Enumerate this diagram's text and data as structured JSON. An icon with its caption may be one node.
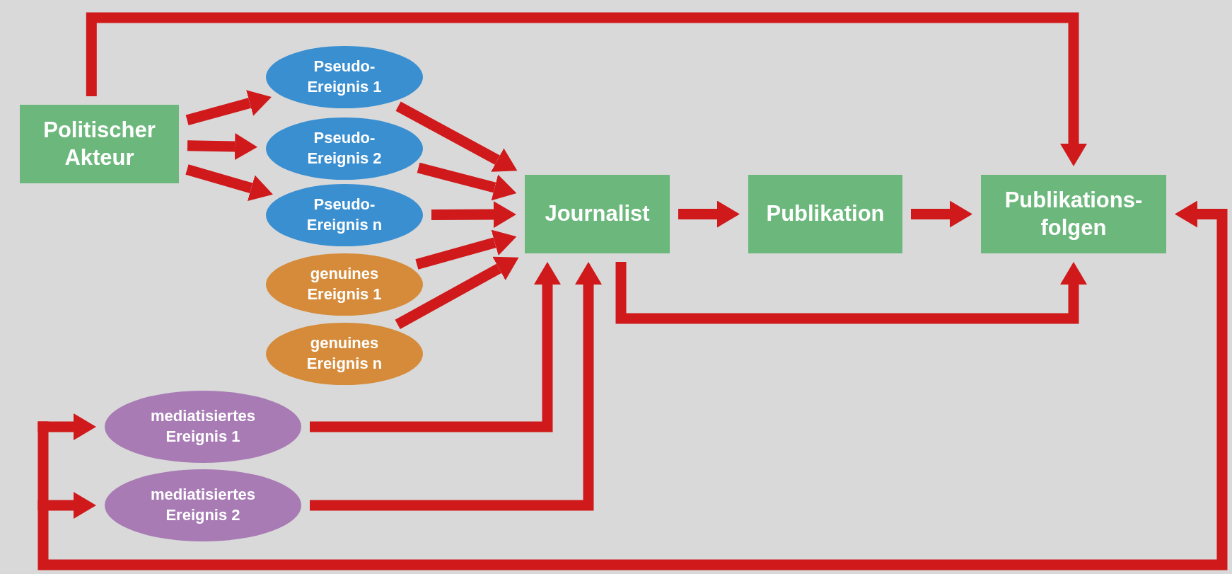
{
  "diagram": {
    "nodes": [
      {
        "text": [
          "Politischer Akteur"
        ]
      },
      {
        "text": [
          "Pseudo-Ereignis 1"
        ]
      },
      {
        "text": [
          "Pseudo-Ereignis 2"
        ]
      },
      {
        "text": [
          "Pseudo-Ereignis n"
        ]
      },
      {
        "text": [
          "genuines Ereignis 1"
        ]
      },
      {
        "text": [
          "genuines Ereignis n"
        ]
      },
      {
        "text": [
          "mediatisiertes Ereignis 1"
        ]
      },
      {
        "text": [
          "mediatisiertes Ereignis 2"
        ]
      },
      {
        "text": [
          "Journalist"
        ]
      },
      {
        "text": [
          "Publikation"
        ]
      },
      {
        "text": [
          "Publikations-folgen"
        ]
      }
    ],
    "edges": [
      {
        "from": 0,
        "to": 1,
        "arrow": "to"
      },
      {
        "from": 0,
        "to": 2,
        "arrow": "to"
      },
      {
        "from": 0,
        "to": 3,
        "arrow": "to"
      },
      {
        "from": 0,
        "to": 10,
        "arrow": "to"
      },
      {
        "from": 1,
        "to": 8,
        "arrow": "to"
      },
      {
        "from": 2,
        "to": 8,
        "arrow": "to"
      },
      {
        "from": 3,
        "to": 8,
        "arrow": "to"
      },
      {
        "from": 4,
        "to": 8,
        "arrow": "to"
      },
      {
        "from": 5,
        "to": 8,
        "arrow": "to"
      },
      {
        "from": 6,
        "to": 8,
        "arrow": "to"
      },
      {
        "from": 7,
        "to": 8,
        "arrow": "to"
      },
      {
        "from": 8,
        "to": 9,
        "arrow": "to"
      },
      {
        "from": 9,
        "to": 10,
        "arrow": "to"
      },
      {
        "from": 8,
        "to": 10,
        "arrow": "to"
      },
      {
        "from": 10,
        "to": 6,
        "arrow": "both"
      },
      {
        "from": 10,
        "to": 7,
        "arrow": "both"
      }
    ]
  }
}
